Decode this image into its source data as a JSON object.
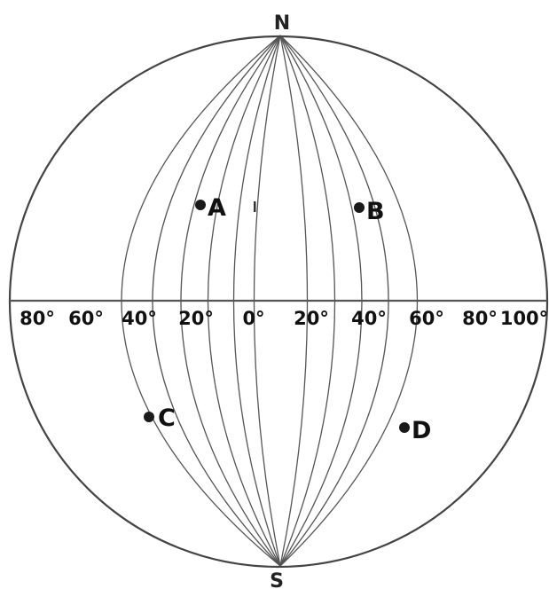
{
  "poles": {
    "north": "N",
    "south": "S"
  },
  "longitude_labels": [
    "80°",
    "60°",
    "40°",
    "20°",
    "0°",
    "20°",
    "40°",
    "60°",
    "80°",
    "100°"
  ],
  "points": [
    {
      "label": "A"
    },
    {
      "label": "B"
    },
    {
      "label": "C"
    },
    {
      "label": "D"
    }
  ]
}
